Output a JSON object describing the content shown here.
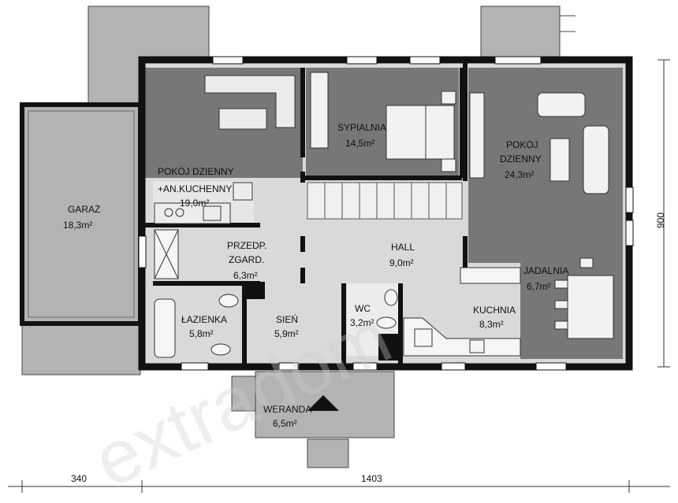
{
  "rooms": {
    "living_kitchen": {
      "name_1": "POKÓJ DZIENNY",
      "name_2": "+AN.KUCHENNY",
      "area": "19,0m²"
    },
    "bedroom": {
      "name": "SYPIALNIA",
      "area": "14,5m²"
    },
    "living": {
      "name_1": "POKÓJ",
      "name_2": "DZIENNY",
      "area": "24,3m²"
    },
    "garage": {
      "name": "GARAŻ",
      "area": "18,3m²"
    },
    "wardrobe_hall": {
      "name_1": "PRZEDP.",
      "name_2": "ZGARD.",
      "area": "6,3m²"
    },
    "hall": {
      "name": "HALL",
      "area": "9,0m²"
    },
    "dining": {
      "name": "JADALNIA",
      "area": "6,7m²"
    },
    "bathroom": {
      "name": "ŁAZIENKA",
      "area": "5,8m²"
    },
    "vestibule": {
      "name": "SIEŃ",
      "area": "5,9m²"
    },
    "wc": {
      "name": "WC",
      "area": "3,2m²"
    },
    "kitchen": {
      "name": "KUCHNIA",
      "area": "8,3m²"
    },
    "veranda": {
      "name": "WERANDA",
      "area": "6,5m²"
    }
  },
  "dimensions": {
    "bottom_left": "340",
    "bottom_main": "1403",
    "right_height": "900"
  },
  "watermark": "extradom",
  "colors": {
    "dark_floor": "#777777",
    "light_floor": "#d9d9d9",
    "wall": "#111111",
    "terrace": "#b3b3b3"
  }
}
